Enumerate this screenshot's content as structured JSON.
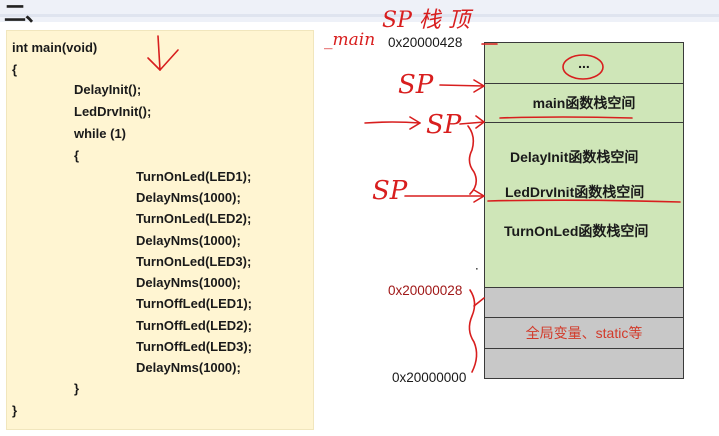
{
  "heading_glyph": "二、",
  "code_lines": [
    "int main(void)",
    "{",
    "DelayInit();",
    "LedDrvInit();",
    "while (1)",
    "{",
    "TurnOnLed(LED1);",
    "DelayNms(1000);",
    "TurnOnLed(LED2);",
    "DelayNms(1000);",
    "TurnOnLed(LED3);",
    "DelayNms(1000);",
    "TurnOffLed(LED1);",
    "TurnOffLed(LED2);",
    "TurnOffLed(LED3);",
    "DelayNms(1000);",
    "}",
    "}"
  ],
  "stack": {
    "top_cell": "...",
    "main_frame": "main函数栈空间",
    "frames": [
      "DelayInit函数栈空间",
      "LedDrvInit函数栈空间",
      "TurnOnLed函数栈空间"
    ],
    "globals": "全局变量、static等"
  },
  "addresses": {
    "top": "0x20000428",
    "stack_bottom": "0x20000028",
    "ram_base": "0x20000000"
  },
  "annotations": {
    "sp_title": "SP 栈 顶",
    "main_mark": "_main",
    "sp": "SP"
  },
  "colors": {
    "stack_fill": "#cfe6b8",
    "static_fill": "#c8c8c8",
    "code_bg": "#fff5d2",
    "ink": "#d81e1e",
    "addr_red": "#a01818"
  }
}
